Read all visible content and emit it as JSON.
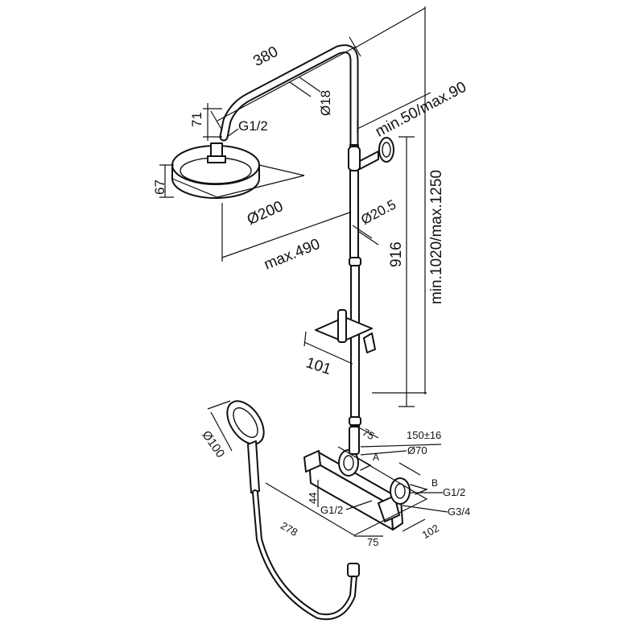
{
  "dimensions": {
    "arm_length": "380",
    "arm_diameter": "Ø18",
    "arm_drop": "71",
    "head_thread": "G1/2",
    "head_height": "67",
    "head_diameter": "Ø200",
    "max_reach": "max.490",
    "bracket_offset": "min.50/max.90",
    "column_height": "min.1020/max.1250",
    "rail_diameter": "Ø20.5",
    "rail_length": "916",
    "slider_offset": "101",
    "handshower_diameter": "Ø100",
    "valve_top": "75",
    "valve_spacing": "150±16",
    "valve_flange": "Ø70",
    "label_a": "A",
    "label_b": "B",
    "outlet_right_thread": "G1/2",
    "inlet_thread": "G3/4",
    "valve_height": "44",
    "outlet_left_thread": "G1/2",
    "valve_width": "278",
    "valve_depth_bottom": "75",
    "valve_depth_side": "102"
  },
  "colors": {
    "line": "#111111",
    "background": "#ffffff"
  }
}
